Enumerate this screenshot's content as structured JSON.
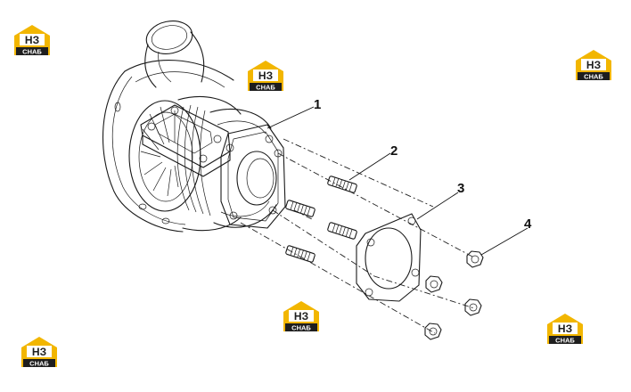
{
  "watermark": {
    "text": "СНАБ",
    "logo_letters": "НЗ",
    "colors": {
      "yellow": "#f2b600",
      "dark": "#1e1e1e"
    }
  },
  "callouts": [
    {
      "id": "1",
      "label": "1"
    },
    {
      "id": "2",
      "label": "2"
    },
    {
      "id": "3",
      "label": "3"
    },
    {
      "id": "4",
      "label": "4"
    }
  ]
}
